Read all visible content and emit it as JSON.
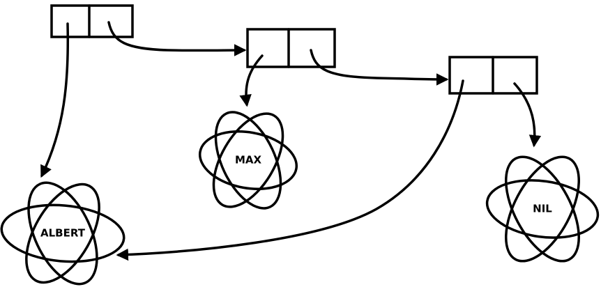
{
  "atoms": {
    "albert": "ALBERT",
    "max": "MAX",
    "nil": "NIL"
  },
  "colors": {
    "ink": "#000000",
    "background": "#ffffff"
  }
}
